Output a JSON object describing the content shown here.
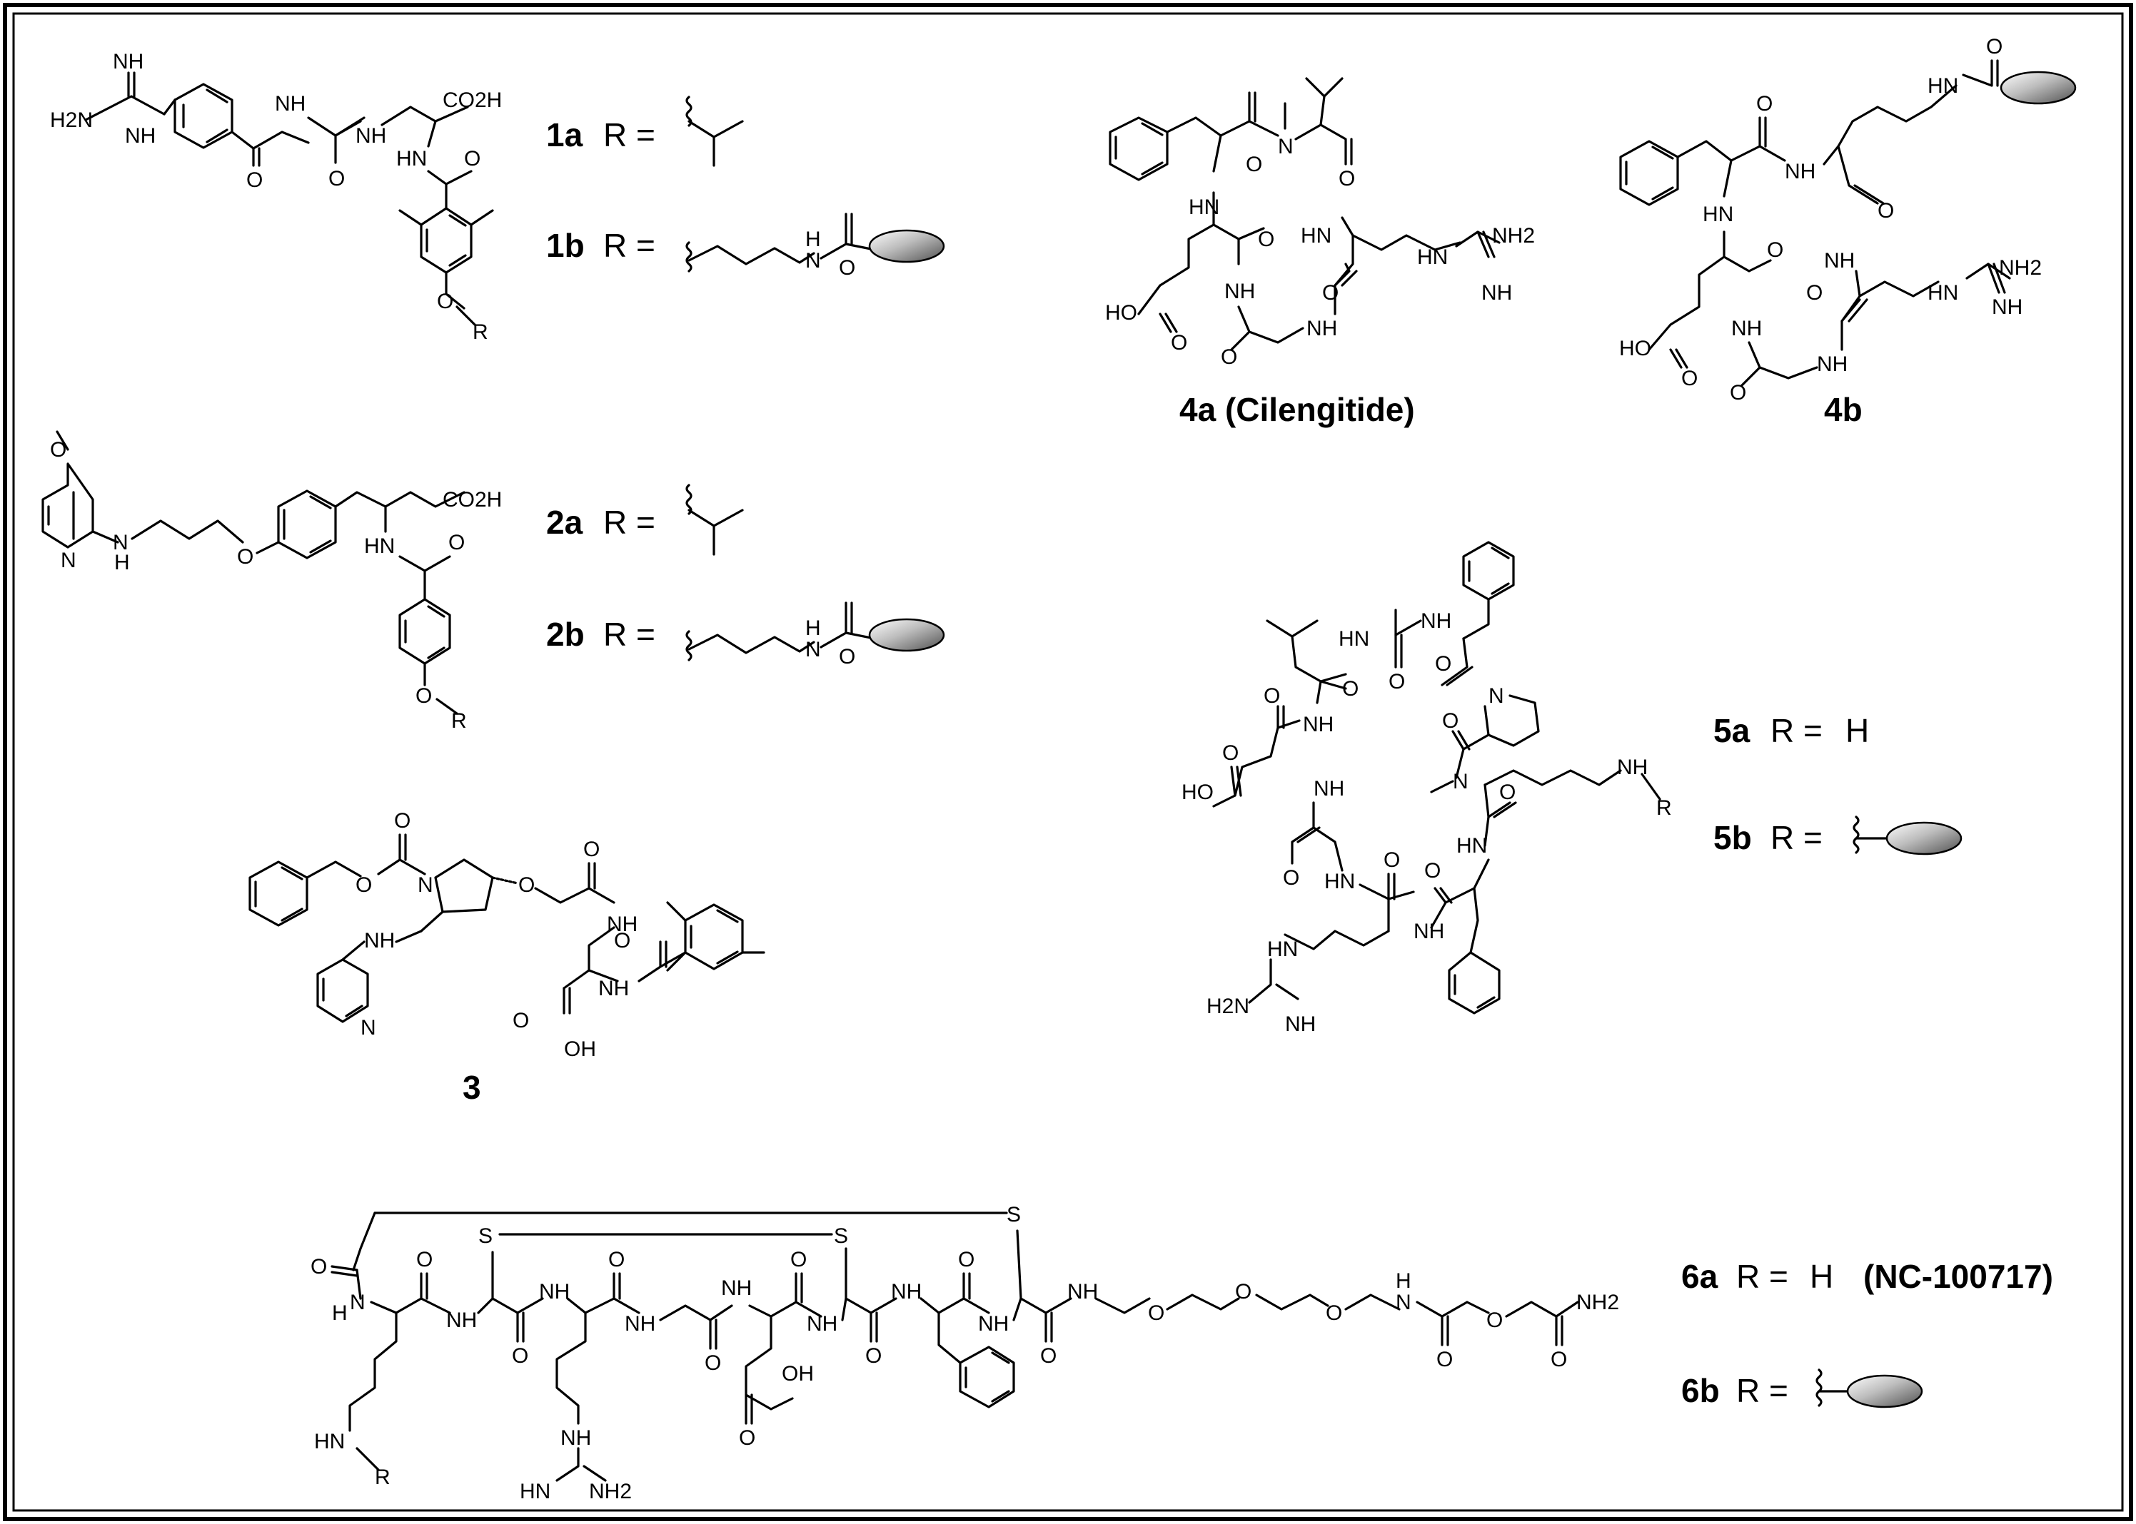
{
  "compounds": {
    "c1a": {
      "id": "1a",
      "r": "R ="
    },
    "c1b": {
      "id": "1b",
      "r": "R ="
    },
    "c2a": {
      "id": "2a",
      "r": "R ="
    },
    "c2b": {
      "id": "2b",
      "r": "R ="
    },
    "c3": {
      "id": "3"
    },
    "c4a": {
      "id": "4a (Cilengitide)"
    },
    "c4b": {
      "id": "4b"
    },
    "c5a": {
      "id": "5a",
      "r": "R =",
      "val": "H"
    },
    "c5b": {
      "id": "5b",
      "r": "R ="
    },
    "c6a": {
      "id": "6a",
      "r": "R =",
      "val": "H",
      "note": "(NC-100717)"
    },
    "c6b": {
      "id": "6b",
      "r": "R ="
    }
  },
  "atoms": {
    "nh": "NH",
    "hn": "HN",
    "h2n": "H2N",
    "nh2": "NH2",
    "o": "O",
    "n": "N",
    "h": "H",
    "s": "S",
    "co2h": "CO2H",
    "oh": "OH",
    "ho": "HO",
    "r": "R",
    "h_label": "H"
  },
  "colors": {
    "ink": "#000000",
    "ellipse_light": "#ffffff",
    "ellipse_dark": "#505050"
  }
}
